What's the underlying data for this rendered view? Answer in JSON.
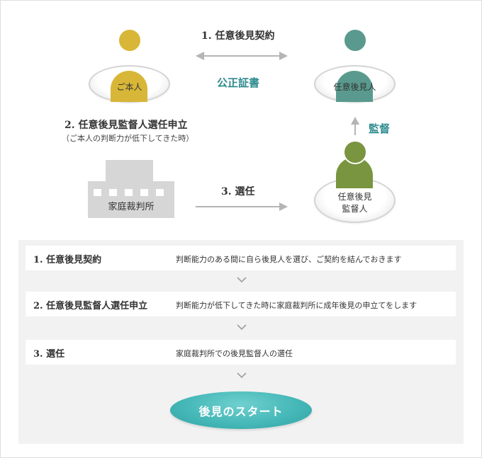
{
  "diagram": {
    "contract_label": "1. 任意後見契約",
    "notarial_label": "公正証書",
    "petition_label": "2. 任意後見監督人選任申立",
    "petition_note": "（ご本人の判断力が低下してきた時）",
    "appointment_label": "3. 選任",
    "supervision_label": "監督",
    "person_principal": "ご本人",
    "person_guardian": "任意後見人",
    "person_supervisor_line1": "任意後見",
    "person_supervisor_line2": "監督人",
    "court_label": "家庭裁判所",
    "colors": {
      "principal": "#d8b637",
      "guardian": "#5a9a8e",
      "supervisor": "#79953f",
      "accent": "#2b8a8e"
    }
  },
  "steps": [
    {
      "title": "1. 任意後見契約",
      "desc": "判断能力のある間に自ら後見人を選び、ご契約を結んでおきます"
    },
    {
      "title": "2. 任意後見監督人選任申立",
      "desc": "判断能力が低下してきた時に家庭裁判所に成年後見の申立てをします"
    },
    {
      "title": "3. 選任",
      "desc": "家庭裁判所での後見監督人の選任"
    }
  ],
  "start_button": "後見のスタート"
}
